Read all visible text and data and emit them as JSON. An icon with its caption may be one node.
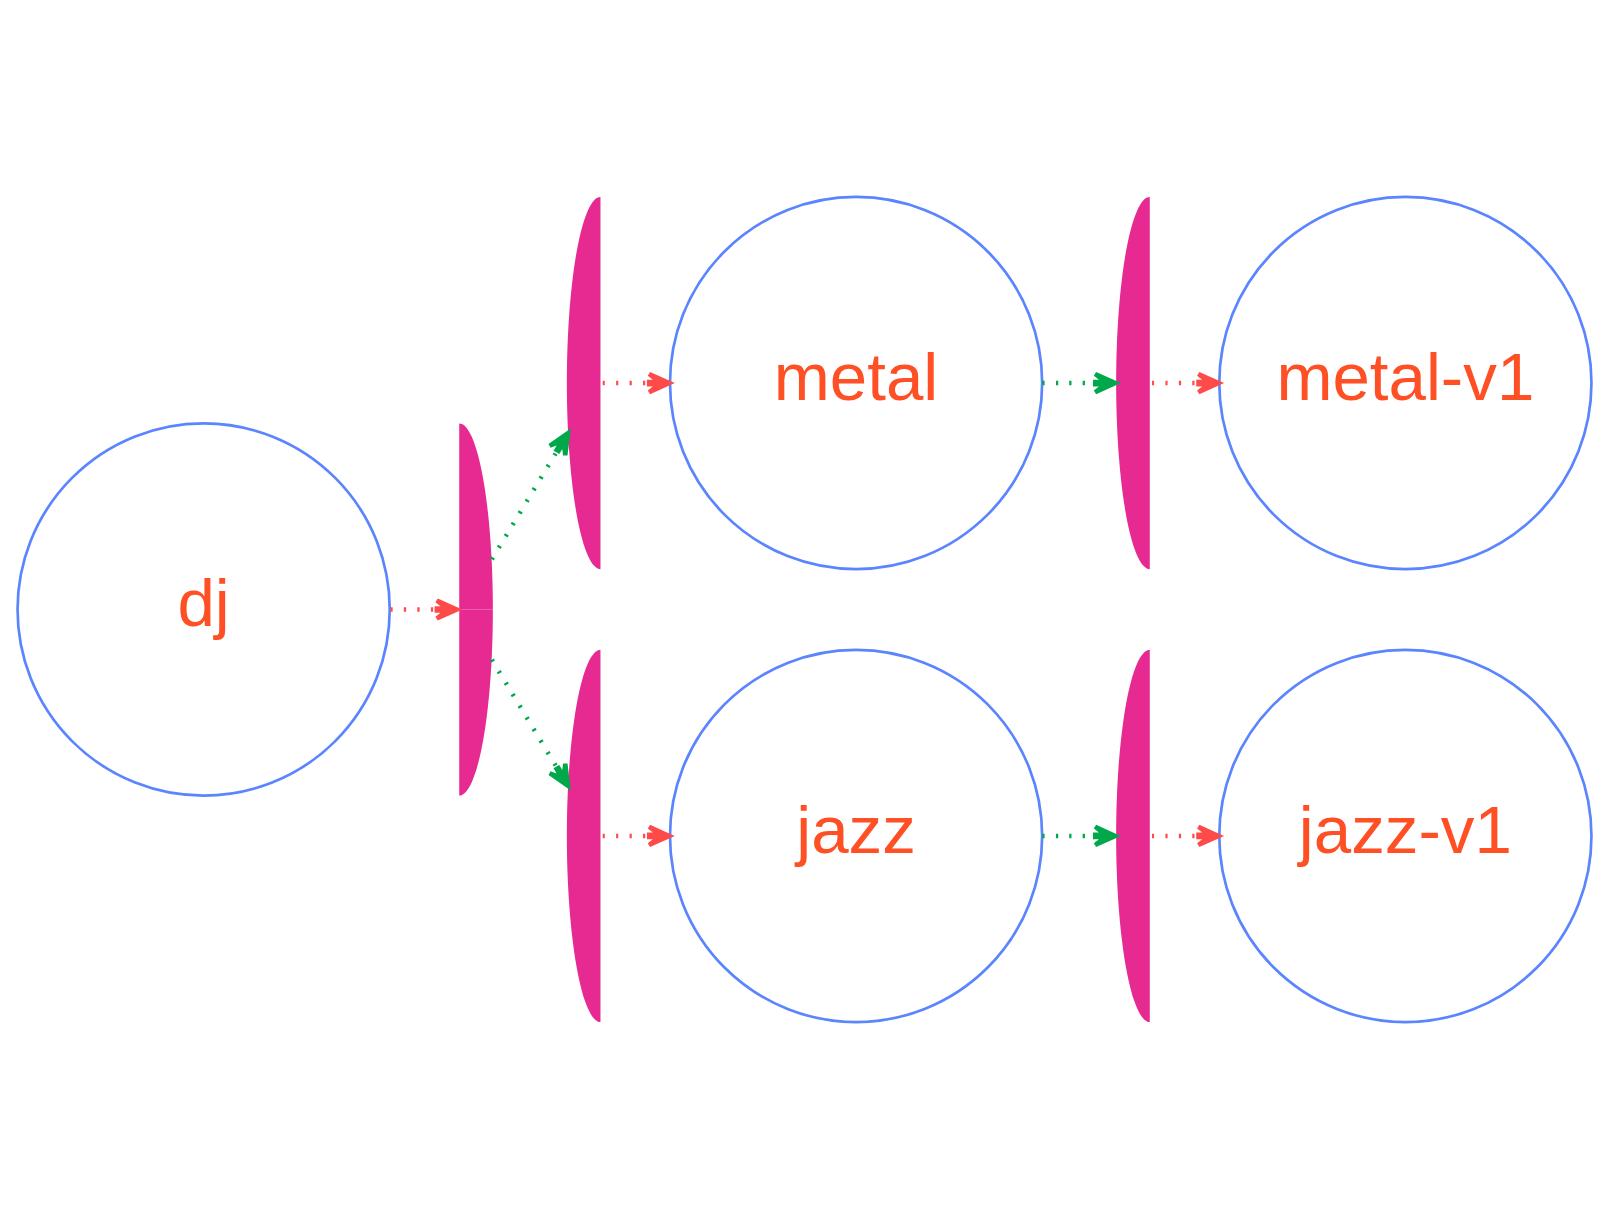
{
  "diagram": {
    "nodes": [
      {
        "text": [],
        "shape": "arc"
      },
      {
        "text": [
          "metal"
        ]
      },
      {
        "text": [],
        "shape": "arc"
      },
      {
        "text": [
          "metal-v1"
        ]
      },
      {
        "text": [
          "dj"
        ]
      },
      {
        "text": [],
        "shape": "arc"
      },
      {
        "text": [],
        "shape": "arc"
      },
      {
        "text": [
          "jazz"
        ]
      },
      {
        "text": [],
        "shape": "arc"
      },
      {
        "text": [
          "jazz-v1"
        ]
      }
    ],
    "edges": [
      {
        "from": 4,
        "to": 5,
        "arrow": "to"
      },
      {
        "from": 5,
        "to": 0,
        "arrow": "to",
        "color": "#00a84a"
      },
      {
        "from": 5,
        "to": 6,
        "arrow": "to",
        "color": "#00a84a"
      },
      {
        "from": 0,
        "to": 1,
        "arrow": "to"
      },
      {
        "from": 1,
        "to": 2,
        "arrow": "to",
        "color": "#00a84a"
      },
      {
        "from": 2,
        "to": 3,
        "arrow": "to"
      },
      {
        "from": 6,
        "to": 7,
        "arrow": "to"
      },
      {
        "from": 7,
        "to": 8,
        "arrow": "to",
        "color": "#00a84a"
      },
      {
        "from": 8,
        "to": 9,
        "arrow": "to"
      }
    ]
  }
}
